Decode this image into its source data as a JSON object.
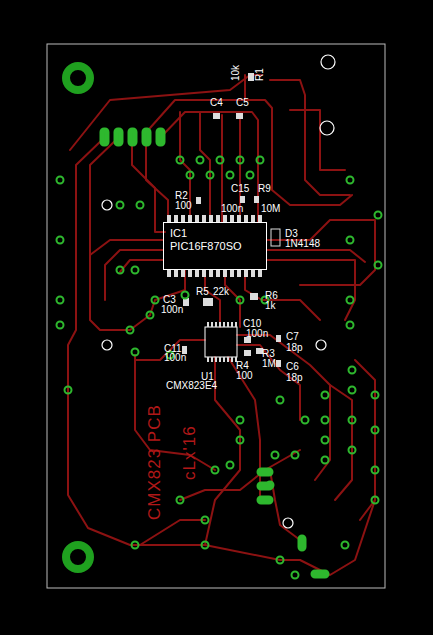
{
  "diagram": {
    "nodes": [
      {
        "text": [
          "IC1",
          "PIC16F870SO"
        ]
      }
    ],
    "labels": [
      "10k",
      "R1",
      "C4",
      "C5",
      "R2",
      "100",
      "C15",
      "R9",
      "100n",
      "10M",
      "D3",
      "1N4148",
      "C3",
      "100n",
      "R5",
      "22k",
      "R6",
      "1k",
      "C10",
      "100n",
      "C7",
      "18p",
      "C11",
      "100n",
      "U1",
      "R4",
      "100",
      "R3",
      "1M",
      "C6",
      "18p",
      "CMX823E4",
      "CMX823 PCB",
      "cLx'16"
    ]
  }
}
